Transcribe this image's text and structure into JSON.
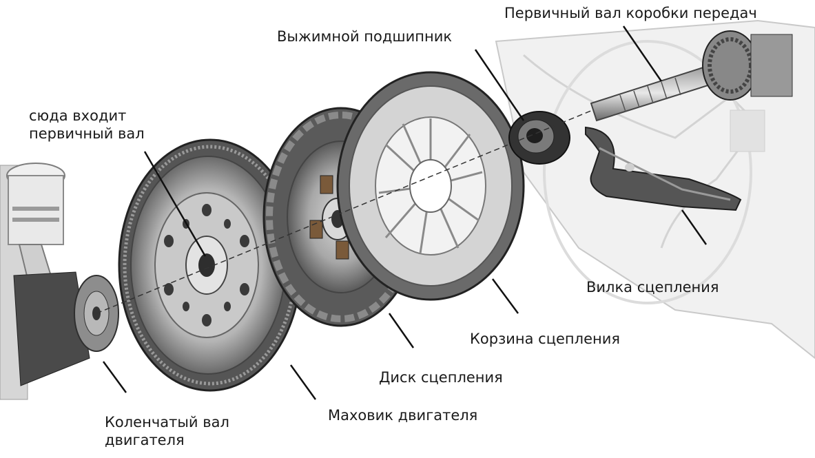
{
  "labels": {
    "input_shaft": "Первичный вал коробки передач",
    "release_bearing": "Выжимной подшипник",
    "shaft_entry_line1": "сюда входит",
    "shaft_entry_line2": "первичный вал",
    "clutch_fork": "Вилка сцепления",
    "pressure_plate": "Корзина сцепления",
    "clutch_disc": "Диск сцепления",
    "flywheel": "Маховик двигателя",
    "crankshaft_line1": "Коленчатый вал",
    "crankshaft_line2": "двигателя"
  },
  "colors": {
    "metal_light": "#e6e6e6",
    "metal_mid": "#a9a9a9",
    "metal_dark": "#3c3c3c",
    "line": "#111111"
  }
}
